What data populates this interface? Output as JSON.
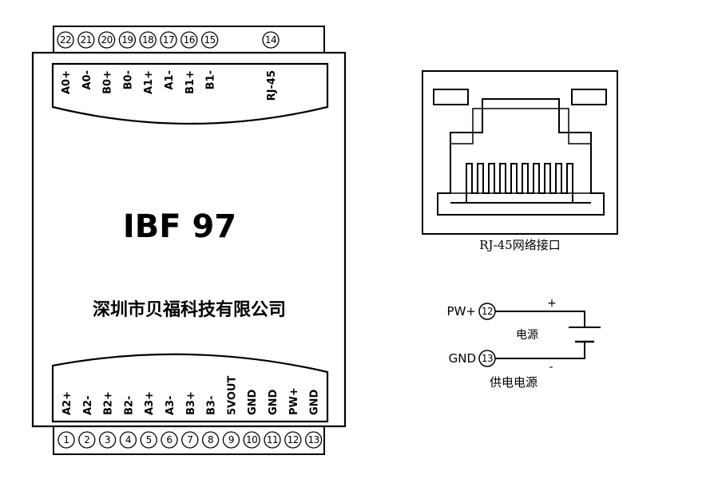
{
  "module": {
    "model": "IBF 97",
    "company": "深圳市贝福科技有限公司",
    "top_terminals": [
      {
        "num": "22",
        "label": "A0+"
      },
      {
        "num": "21",
        "label": "A0-"
      },
      {
        "num": "20",
        "label": "B0+"
      },
      {
        "num": "19",
        "label": "B0-"
      },
      {
        "num": "18",
        "label": "A1+"
      },
      {
        "num": "17",
        "label": "A1-"
      },
      {
        "num": "16",
        "label": "B1+"
      },
      {
        "num": "15",
        "label": "B1-"
      }
    ],
    "rj45_terminal": {
      "num": "14",
      "label": "RJ-45"
    },
    "bottom_terminals": [
      {
        "num": "1",
        "label": "A2+"
      },
      {
        "num": "2",
        "label": "A2-"
      },
      {
        "num": "3",
        "label": "B2+"
      },
      {
        "num": "4",
        "label": "B2-"
      },
      {
        "num": "5",
        "label": "A3+"
      },
      {
        "num": "6",
        "label": "A3-"
      },
      {
        "num": "7",
        "label": "B3+"
      },
      {
        "num": "8",
        "label": "B3-"
      },
      {
        "num": "9",
        "label": "5VOUT"
      },
      {
        "num": "10",
        "label": "GND"
      },
      {
        "num": "11",
        "label": "GND"
      },
      {
        "num": "12",
        "label": "PW+"
      },
      {
        "num": "13",
        "label": "GND"
      }
    ]
  },
  "rj45": {
    "caption": "RJ-45网络接口"
  },
  "power": {
    "pw_label": "PW+",
    "pw_num": "12",
    "gnd_label": "GND",
    "gnd_num": "13",
    "plus": "+",
    "minus": "-",
    "source_label": "电源",
    "caption": "供电电源"
  }
}
